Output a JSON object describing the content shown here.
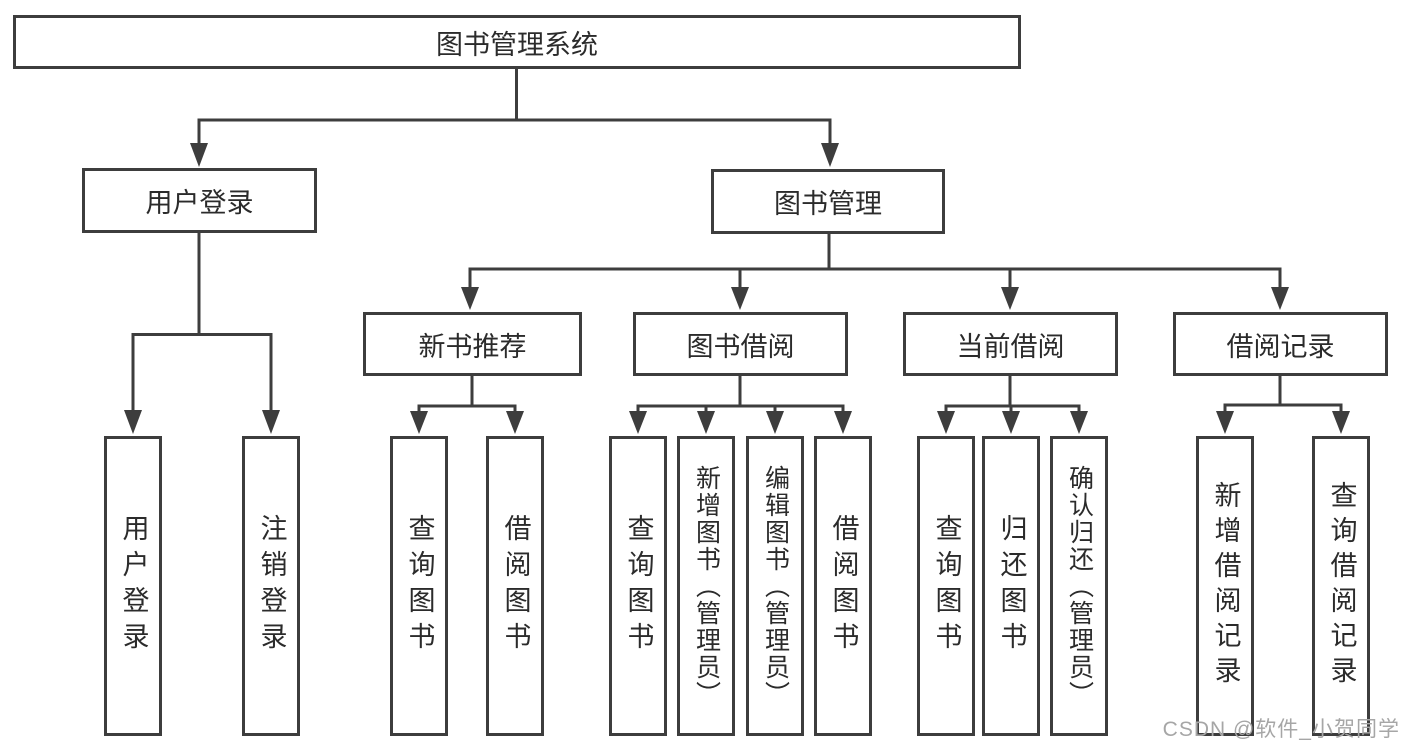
{
  "tree": {
    "label": "图书管理系统",
    "children": [
      {
        "label": "用户登录",
        "children": [
          {
            "label": "用户登录"
          },
          {
            "label": "注销登录"
          }
        ]
      },
      {
        "label": "图书管理",
        "children": [
          {
            "label": "新书推荐",
            "children": [
              {
                "label": "查询图书"
              },
              {
                "label": "借阅图书"
              }
            ]
          },
          {
            "label": "图书借阅",
            "children": [
              {
                "label": "查询图书"
              },
              {
                "label": "新增图书（管理员）"
              },
              {
                "label": "编辑图书（管理员）"
              },
              {
                "label": "借阅图书"
              }
            ]
          },
          {
            "label": "当前借阅",
            "children": [
              {
                "label": "查询图书"
              },
              {
                "label": "归还图书"
              },
              {
                "label": "确认归还（管理员）"
              }
            ]
          },
          {
            "label": "借阅记录",
            "children": [
              {
                "label": "新增借阅记录"
              },
              {
                "label": "查询借阅记录"
              }
            ]
          }
        ]
      }
    ]
  },
  "watermark": {
    "text": "CSDN @软件_小贺同学"
  },
  "colors": {
    "line": "#3d3d3d",
    "text": "#2b2b2b",
    "watermark": "#a6a6a6"
  }
}
